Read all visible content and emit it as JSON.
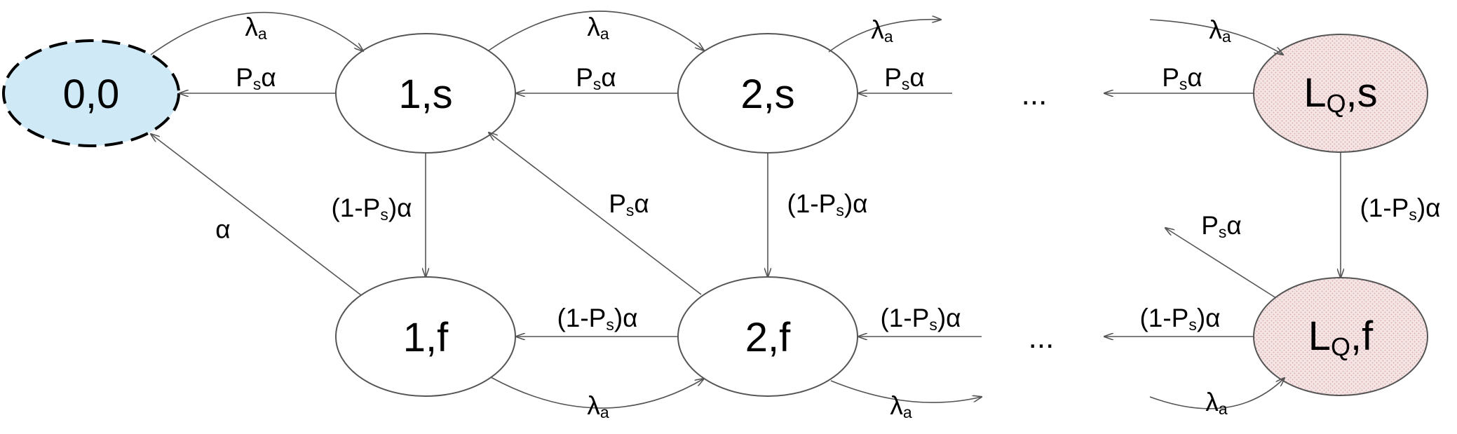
{
  "colors": {
    "initial_fill": "#cfe9f6",
    "boundary_fill": "#f4e4e4",
    "normal_fill": "#ffffff",
    "stroke": "#555555"
  },
  "states": {
    "s00": {
      "text": "0,0"
    },
    "s1s": {
      "text": "1,s"
    },
    "s2s": {
      "text": "2,s"
    },
    "sLQs": {
      "base": "L",
      "sub": "Q",
      "tail": ",s"
    },
    "s1f": {
      "text": "1,f"
    },
    "s2f": {
      "text": "2,f"
    },
    "sLQf": {
      "base": "L",
      "sub": "Q",
      "tail": ",f"
    }
  },
  "labels": {
    "lambda": {
      "main": "λ",
      "sub": "a"
    },
    "ps_alpha": {
      "main": "P",
      "sub": "s",
      "tail": "α"
    },
    "one_minus_ps_alpha": {
      "main": "(1-P",
      "sub": "s",
      "tail": ")α"
    },
    "alpha": "α"
  },
  "ellipsis": {
    "top": "...",
    "bottom": "..."
  }
}
